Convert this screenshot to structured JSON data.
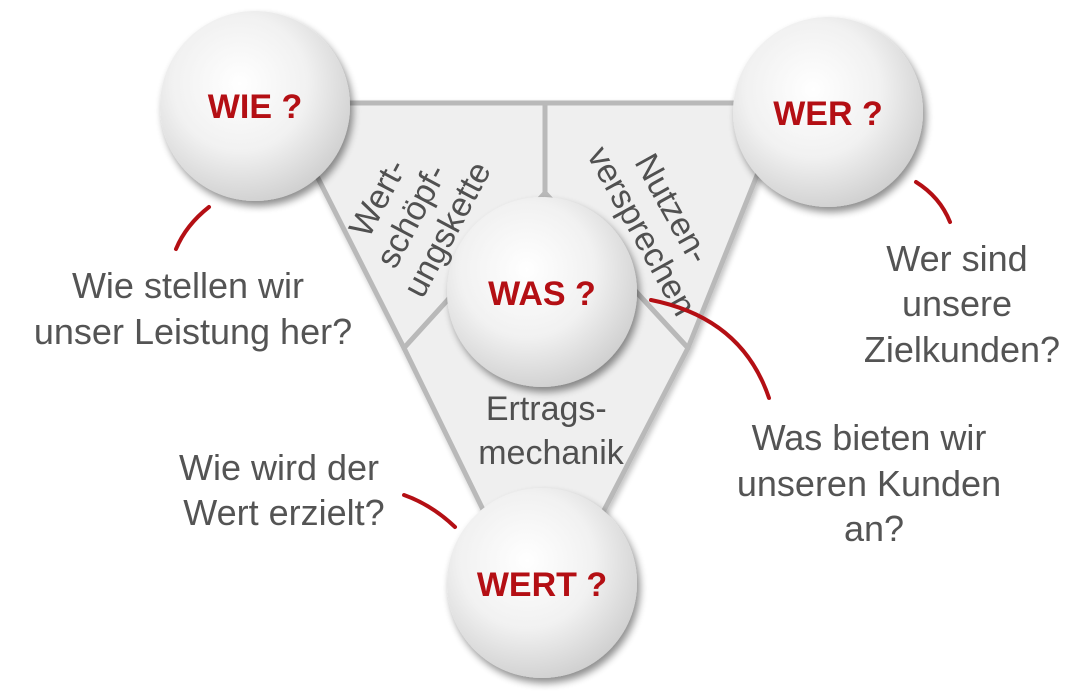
{
  "colors": {
    "accent": "#b40f14",
    "text": "#545454",
    "segment_fill": "#efefef",
    "segment_border": "#b9b9b9"
  },
  "circles": {
    "wie": "WIE ?",
    "wer": "WER ?",
    "was": "WAS ?",
    "wert": "WERT ?"
  },
  "segments": {
    "wertschoepfung": [
      "Wert-",
      "schöpf-",
      "ungskette"
    ],
    "nutzenversprechen": [
      "Nutzen-",
      "versprechen"
    ],
    "ertragsmechanik": [
      "Ertrags-",
      "mechanik"
    ]
  },
  "questions": {
    "wie": [
      "Wie stellen wir",
      "unser Leistung her?"
    ],
    "wer": [
      "Wer sind",
      "unsere",
      "Zielkunden?"
    ],
    "was": [
      "Was bieten wir",
      "unseren Kunden",
      "an?"
    ],
    "wert": [
      "Wie wird der",
      "Wert erzielt?"
    ]
  }
}
